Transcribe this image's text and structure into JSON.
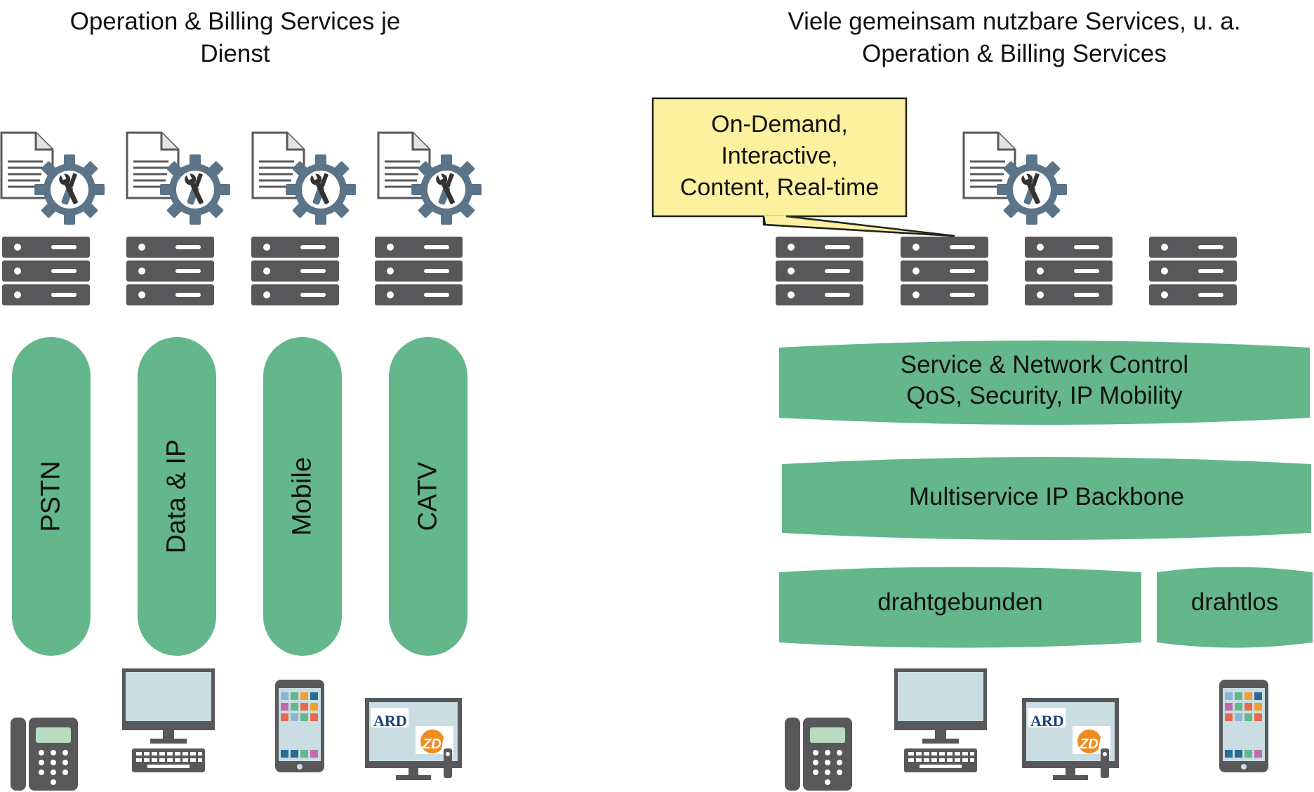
{
  "left": {
    "title_lines": [
      "Operation & Billing Services je",
      "Dienst"
    ],
    "columns": [
      {
        "label": "PSTN",
        "device": "desk-phone"
      },
      {
        "label": "Data & IP",
        "device": "desktop-computer"
      },
      {
        "label": "Mobile",
        "device": "smartphone"
      },
      {
        "label": "CATV",
        "device": "television"
      }
    ]
  },
  "right": {
    "title_lines": [
      "Viele gemeinsam nutzbare Services, u. a.",
      "Operation & Billing Services"
    ],
    "callout_lines": [
      "On-Demand,",
      "Interactive,",
      "Content, Real-time"
    ],
    "control_layer_lines": [
      "Service & Network Control",
      "QoS, Security, IP Mobility"
    ],
    "backbone_label": "Multiservice IP Backbone",
    "access_wired_label": "drahtgebunden",
    "access_wireless_label": "drahtlos",
    "devices": [
      "desk-phone",
      "desktop-computer",
      "television",
      "smartphone"
    ]
  },
  "tv": {
    "channel_1": "ARD",
    "channel_2": "ZDF"
  },
  "icons": {
    "document": "document-icon",
    "gear": "gear-tools-icon",
    "server": "server-rack-icon"
  },
  "colors": {
    "green": "#64b68b",
    "server_gray": "#58585a",
    "gear_blue": "#5b7488",
    "callout_yellow": "#fbf19f"
  }
}
